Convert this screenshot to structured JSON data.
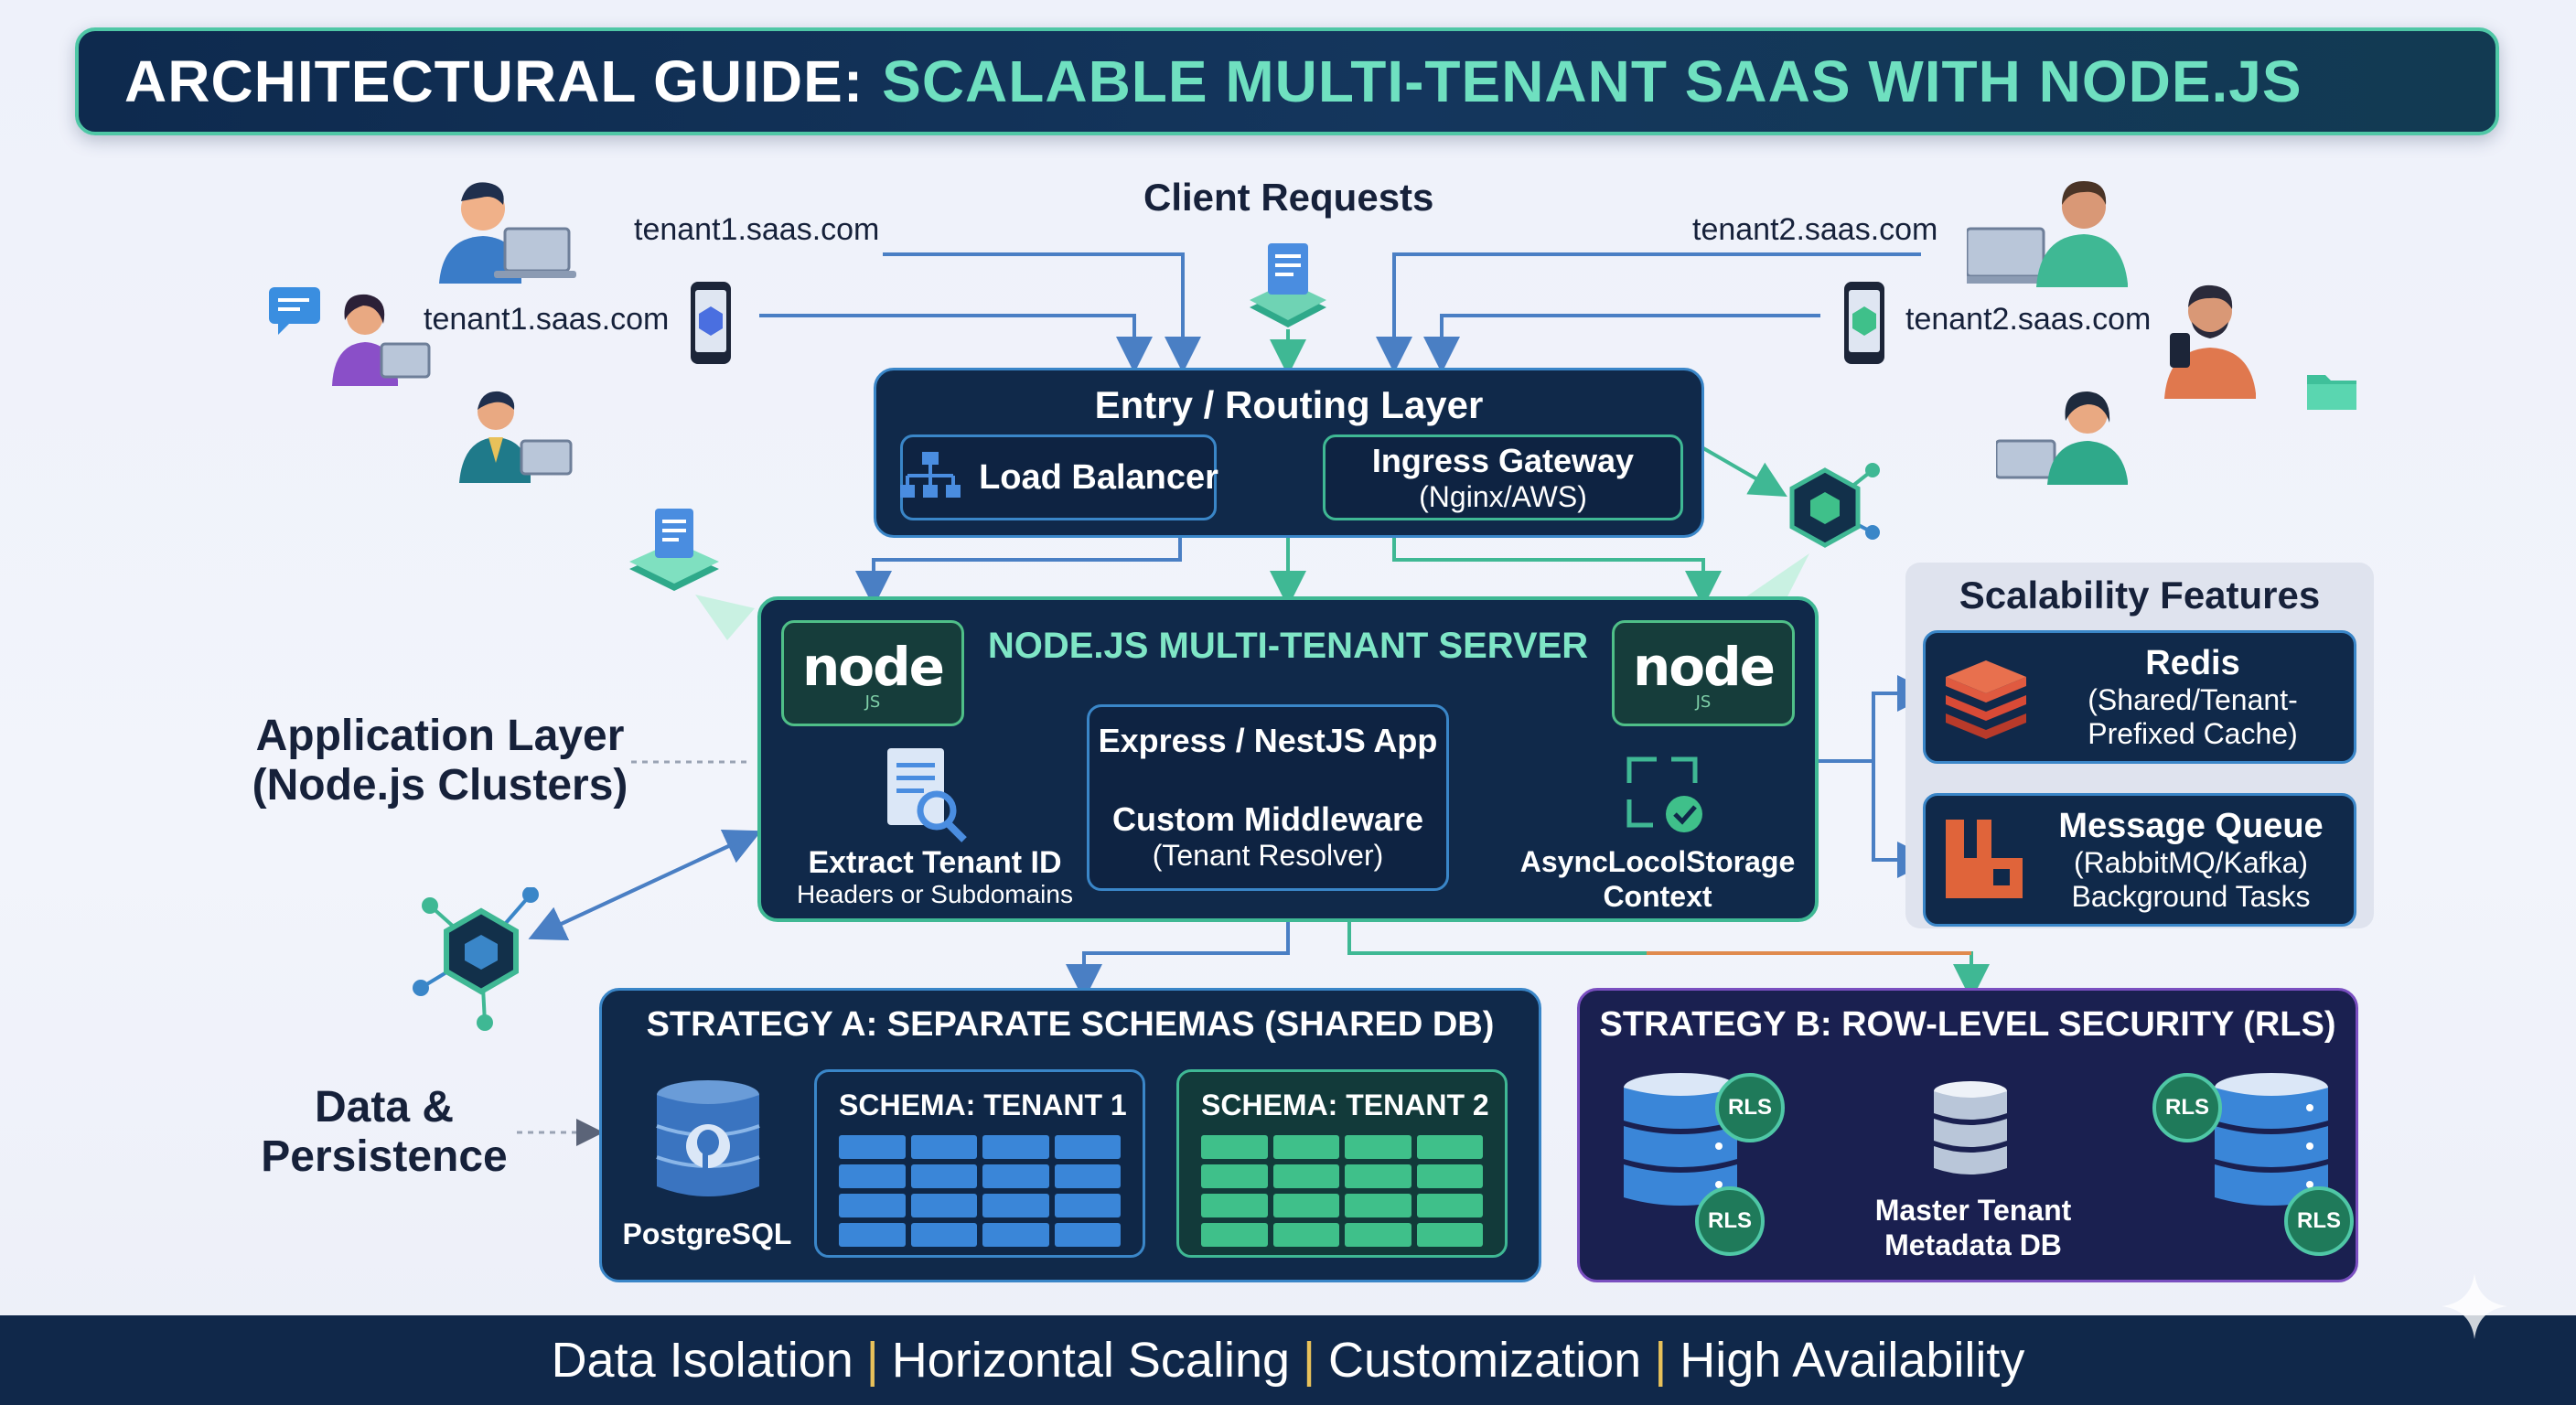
{
  "title": {
    "part1": "ARCHITECTURAL GUIDE:",
    "part2": "SCALABLE MULTI-TENANT SAAS WITH NODE.JS"
  },
  "client_requests": "Client Requests",
  "urls": {
    "t1_top": "tenant1.saas.com",
    "t1_mid": "tenant1.saas.com",
    "t2_top": "tenant2.saas.com",
    "t2_mid": "tenant2.saas.com"
  },
  "entry": {
    "title": "Entry / Routing Layer",
    "load_balancer": "Load Balancer",
    "ingress_line1": "Ingress Gateway",
    "ingress_line2": "(Nginx/AWS)"
  },
  "side_labels": {
    "application_line1": "Application Layer",
    "application_line2": "(Node.js Clusters)",
    "data_line1": "Data &",
    "data_line2": "Persistence"
  },
  "server": {
    "title": "NODE.JS MULTI-TENANT SERVER",
    "node_logo": "node",
    "node_sub": "JS",
    "extract_title": "Extract Tenant ID",
    "extract_sub": "Headers or Subdomains",
    "express": "Express / NestJS App",
    "middleware_line1": "Custom Middleware",
    "middleware_line2": "(Tenant Resolver)",
    "async_line1": "AsyncLocolStorage",
    "async_line2": "Context"
  },
  "scalability": {
    "heading": "Scalability Features",
    "redis_title": "Redis",
    "redis_line2": "(Shared/Tenant-",
    "redis_line3": "Prefixed Cache)",
    "mq_title": "Message Queue",
    "mq_line2": "(RabbitMQ/Kafka)",
    "mq_line3": "Background Tasks"
  },
  "strategy_a": {
    "title": "STRATEGY A: SEPARATE SCHEMAS (SHARED DB)",
    "db_label": "PostgreSQL",
    "schema1": "SCHEMA: TENANT 1",
    "schema2": "SCHEMA: TENANT 2"
  },
  "strategy_b": {
    "title": "STRATEGY B: ROW-LEVEL SECURITY (RLS)",
    "rls": "RLS",
    "master_line1": "Master Tenant",
    "master_line2": "Metadata DB"
  },
  "footer": {
    "item1": "Data Isolation",
    "item2": "Horizontal Scaling",
    "item3": "Customization",
    "item4": "High Availability",
    "sep": "|"
  },
  "colors": {
    "navy": "#10294a",
    "accent_green": "#4fc7a6",
    "accent_blue": "#3a86c8",
    "purple": "#7a4fc0",
    "footer_sep": "#e8c15a"
  }
}
